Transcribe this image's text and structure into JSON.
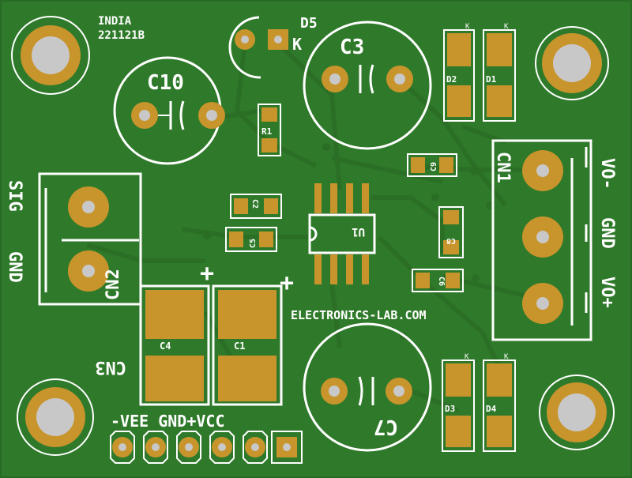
{
  "board": {
    "colors": {
      "soldermask": "#2f7a2a",
      "soldermask_dark": "#276a23",
      "copper": "#c8942c",
      "copper_dark": "#a8761c",
      "drill": "#c8c8c8",
      "silk": "#ffffff",
      "trace": "#2a6e25"
    },
    "labels": {
      "origin": "INDIA",
      "part_no": "221121B",
      "website": "ELECTRONICS-LAB.COM",
      "cn3_header": "-VEE GND+VCC",
      "sig": "SIG",
      "gnd_left": "GND",
      "vo_minus": "VO-",
      "gnd_right": "GND",
      "vo_plus": "VO+",
      "plus_a": "+",
      "plus_b": "+"
    },
    "refs": {
      "c10": "C10",
      "c3": "C3",
      "c7": "C7",
      "d5": "D5",
      "d5_k": "K",
      "r1": "R1",
      "c2": "C2",
      "c5": "C5",
      "u1": "U1",
      "c6": "C6",
      "c8": "C8",
      "c9": "C9",
      "d1": "D1",
      "d2": "D2",
      "d3": "D3",
      "d4": "D4",
      "c4": "C4",
      "c1": "C1",
      "cn1": "CN1",
      "cn2": "CN2",
      "cn3": "CN3",
      "diode_mark": "K"
    }
  }
}
